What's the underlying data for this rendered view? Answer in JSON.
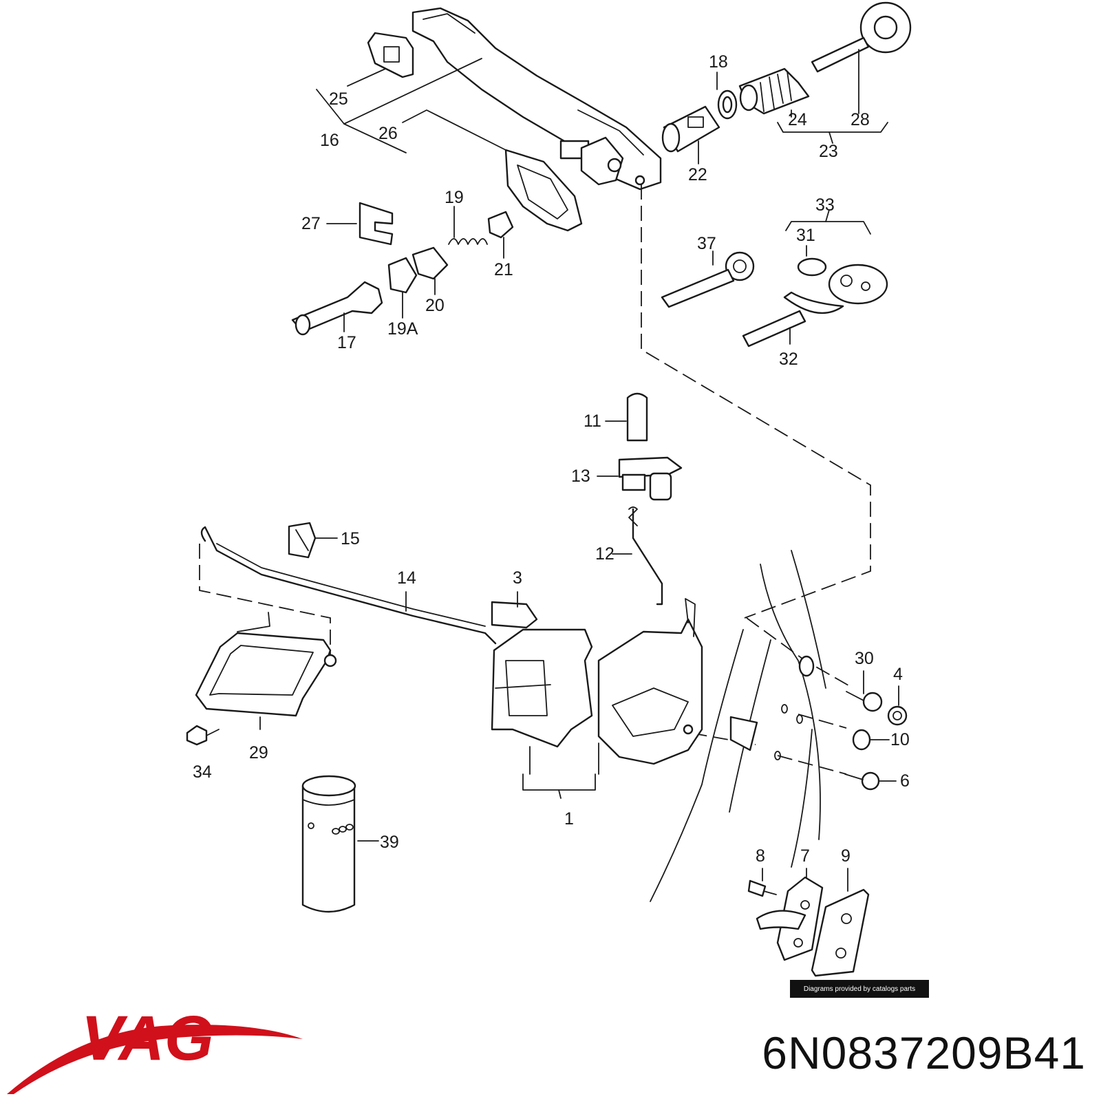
{
  "diagram": {
    "labels": {
      "p1": "1",
      "p3": "3",
      "p4": "4",
      "p6": "6",
      "p7": "7",
      "p8": "8",
      "p9": "9",
      "p10": "10",
      "p11": "11",
      "p12": "12",
      "p13": "13",
      "p14": "14",
      "p15": "15",
      "p16": "16",
      "p17": "17",
      "p18": "18",
      "p19": "19",
      "p19a": "19A",
      "p20": "20",
      "p21": "21",
      "p22": "22",
      "p23": "23",
      "p24": "24",
      "p25": "25",
      "p26": "26",
      "p27": "27",
      "p28": "28",
      "p29": "29",
      "p30": "30",
      "p31": "31",
      "p32": "32",
      "p33": "33",
      "p34": "34",
      "p37": "37",
      "p39": "39"
    },
    "credit": "Diagrams provided by catalogs parts"
  },
  "brand": {
    "logo_text": "VAG",
    "logo_color": "#d0101b",
    "part_number": "6N0837209B41"
  }
}
